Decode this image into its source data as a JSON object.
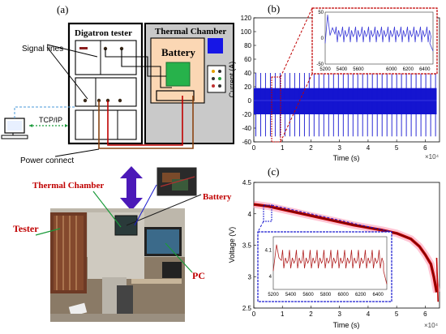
{
  "panel_a": {
    "label": "(a)",
    "tester_title": "Digatron tester",
    "chamber_title": "Thermal Chamber",
    "battery_label": "Battery",
    "signal_lines": "Signal lines",
    "tcpip": "TCP/IP",
    "power_connect": "Power connect",
    "photo_labels": {
      "thermal_chamber": "Thermal Chamber",
      "tester": "Tester",
      "battery": "Battery",
      "pc": "PC"
    }
  },
  "chart_data": [
    {
      "panel_label": "(b)",
      "type": "line",
      "title": "",
      "xlabel": "Time (s)",
      "ylabel": "Current (A)",
      "x_exponent": "×10⁴",
      "xlim": [
        0,
        6.5
      ],
      "ylim": [
        -60,
        120
      ],
      "xticks": [
        "0",
        "1",
        "2",
        "3",
        "4",
        "5",
        "6"
      ],
      "yticks": [
        "-60",
        "-40",
        "-20",
        "0",
        "20",
        "40",
        "60",
        "80",
        "100",
        "120"
      ],
      "series": [
        {
          "x_range": [
            0,
            6.4
          ],
          "band_low": -20,
          "band_high": 18,
          "pulse_high": 40,
          "pulse_low": -52,
          "color": "#1515d0"
        }
      ],
      "inset": {
        "xlim": [
          5200,
          6500
        ],
        "ylim": [
          -50,
          50
        ],
        "xticks": [
          "5200",
          "5400",
          "5600",
          "6000",
          "6200",
          "6400"
        ],
        "yticks": [
          "50",
          "0",
          "-50"
        ],
        "color": "#3a3ad8"
      }
    },
    {
      "panel_label": "(c)",
      "type": "line",
      "title": "",
      "xlabel": "Time (s)",
      "ylabel": "Voltage (V)",
      "x_exponent": "×10⁴",
      "xlim": [
        0,
        6.5
      ],
      "ylim": [
        2.5,
        4.5
      ],
      "xticks": [
        "0",
        "1",
        "2",
        "3",
        "4",
        "5",
        "6"
      ],
      "yticks": [
        "2.5",
        "3",
        "3.5",
        "4",
        "4.5"
      ],
      "series": [
        {
          "x": [
            0,
            0.5,
            1,
            1.5,
            2,
            2.5,
            3,
            3.5,
            4,
            4.5,
            5,
            5.5,
            5.8,
            6.0,
            6.2,
            6.3,
            6.4
          ],
          "y": [
            4.15,
            4.12,
            4.07,
            4.02,
            3.97,
            3.92,
            3.87,
            3.82,
            3.78,
            3.74,
            3.69,
            3.6,
            3.48,
            3.35,
            3.2,
            3.0,
            2.75
          ],
          "color": "#c00000"
        }
      ],
      "inset": {
        "xlim": [
          5200,
          6500
        ],
        "ylim": [
          3.95,
          4.15
        ],
        "xticks": [
          "5200",
          "5400",
          "5600",
          "5800",
          "6000",
          "6200",
          "6400"
        ],
        "yticks": [
          "4.1",
          "4"
        ],
        "color": "#b02020"
      }
    }
  ]
}
